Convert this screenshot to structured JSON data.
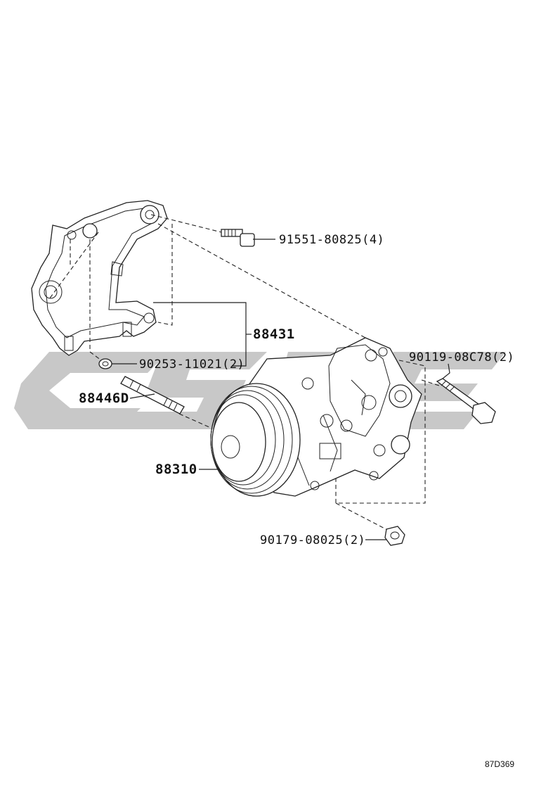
{
  "diagram": {
    "watermark": "CASC",
    "callouts": [
      {
        "id": "bolt_91551",
        "text": "91551-80825(4)"
      },
      {
        "id": "bracket_88431",
        "text": "88431"
      },
      {
        "id": "washer_90253",
        "text": "90253-11021(2)"
      },
      {
        "id": "stud_88446D",
        "text": "88446D"
      },
      {
        "id": "compressor_88310",
        "text": "88310"
      },
      {
        "id": "bolt_90119",
        "text": "90119-08C78(2)"
      },
      {
        "id": "nut_90179",
        "text": "90179-08025(2)"
      }
    ],
    "figure_code": "87D369"
  }
}
